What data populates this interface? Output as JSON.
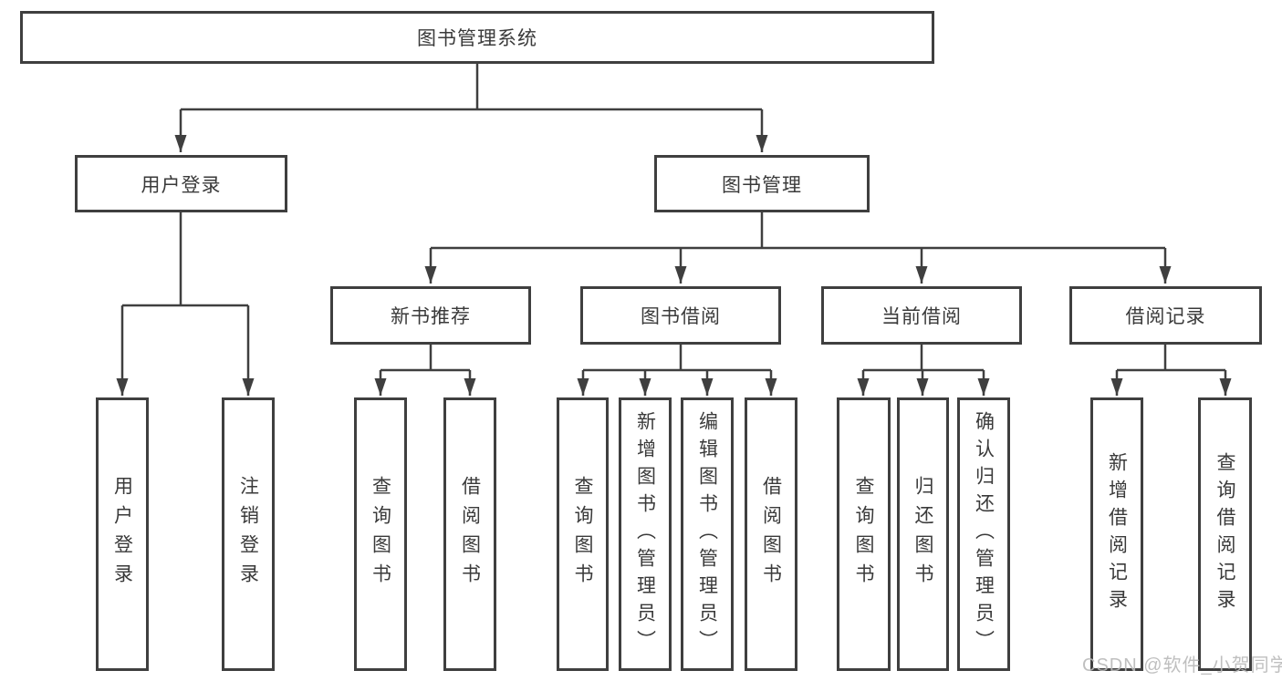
{
  "diagram": {
    "root": {
      "label": "图书管理系统"
    },
    "level2": {
      "user_login": {
        "label": "用户登录"
      },
      "book_management": {
        "label": "图书管理"
      }
    },
    "level3": {
      "new_book_recommend": {
        "label": "新书推荐"
      },
      "book_borrow": {
        "label": "图书借阅"
      },
      "current_borrow": {
        "label": "当前借阅"
      },
      "borrow_records": {
        "label": "借阅记录"
      }
    },
    "leaves": {
      "user_login": {
        "label": "用户登录"
      },
      "logout": {
        "label": "注销登录"
      },
      "recommend_query_books": {
        "label": "查询图书"
      },
      "recommend_borrow_books": {
        "label": "借阅图书"
      },
      "borrow_query_books": {
        "label": "查询图书"
      },
      "borrow_add_book_admin": {
        "label": "新增图书（管理员）"
      },
      "borrow_edit_book_admin": {
        "label": "编辑图书（管理员）"
      },
      "borrow_borrow_books": {
        "label": "借阅图书"
      },
      "current_query_books": {
        "label": "查询图书"
      },
      "current_return_books": {
        "label": "归还图书"
      },
      "current_confirm_return_admin": {
        "label": "确认归还（管理员）"
      },
      "records_add_record": {
        "label": "新增借阅记录"
      },
      "records_query_record": {
        "label": "查询借阅记录"
      }
    },
    "watermark": "CSDN @软件_小贺同学",
    "colors": {
      "line": "#3f3f3f",
      "box_border": "#3f3f3f",
      "box_fill": "#ffffff",
      "text": "#3a3a3a",
      "watermark": "#b9b9b9"
    }
  }
}
